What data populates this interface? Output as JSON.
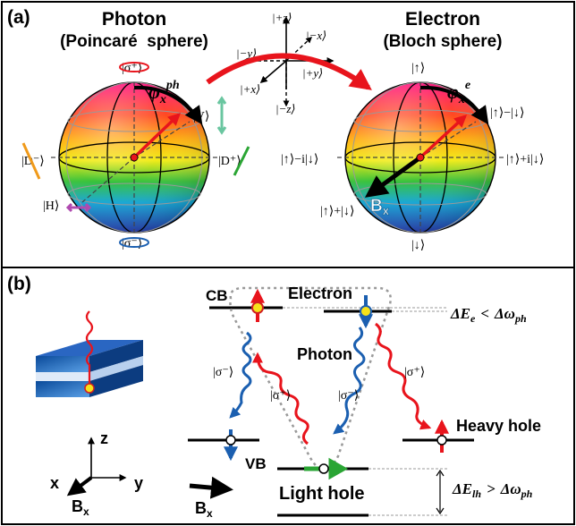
{
  "panel_a": {
    "tag": "(a)",
    "photon": {
      "title": "Photon",
      "subtitle": "(Poincaré  sphere)"
    },
    "electron": {
      "title": "Electron",
      "subtitle": "(Bloch sphere)"
    },
    "axes": {
      "plus_z": "|+z⟩",
      "minus_z": "|−z⟩",
      "plus_x": "|+x⟩",
      "minus_x": "|−x⟩",
      "plus_y": "|+y⟩",
      "minus_y": "|−y⟩"
    },
    "photon_states": {
      "sigma_plus": "|σ⁺⟩",
      "sigma_minus": "|σ⁻⟩",
      "V": "|V⟩",
      "H": "|H⟩",
      "D_minus": "|D⁻⟩",
      "D_plus": "|D⁺⟩",
      "phi": "φ",
      "phi_sup": "ph",
      "phi_sub": "x"
    },
    "electron_states": {
      "up": "|↑⟩",
      "down": "|↓⟩",
      "up_minus_down": "|↑⟩−|↓⟩",
      "up_plus_i_down": "|↑⟩+i|↓⟩",
      "up_minus_i_down": "|↑⟩−i|↓⟩",
      "up_plus_down": "|↑⟩+|↓⟩",
      "phi": "φ",
      "phi_sup": "e",
      "phi_sub": "x",
      "B": "B",
      "B_sub": "x"
    }
  },
  "panel_b": {
    "tag": "(b)",
    "cb": "CB",
    "vb": "VB",
    "electron": "Electron",
    "photon": "Photon",
    "heavy_hole": "Heavy hole",
    "light_hole": "Light hole",
    "sigma_minus": "|σ⁻⟩",
    "sigma_plus": "|σ⁺⟩",
    "delta_e": "ΔE",
    "delta_e_sub": "e",
    "lt": "<",
    "delta_omega": "Δω",
    "omega_sub": "ph",
    "delta_lh": "ΔE",
    "delta_lh_sub": "lh",
    "gt": ">",
    "axis_z": "z",
    "axis_x": "x",
    "axis_y": "y",
    "B": "B",
    "B_sub": "x"
  },
  "colors": {
    "arrow_red": "#e8141c",
    "arrow_blue": "#1b5fb0",
    "green": "#2aa534"
  }
}
